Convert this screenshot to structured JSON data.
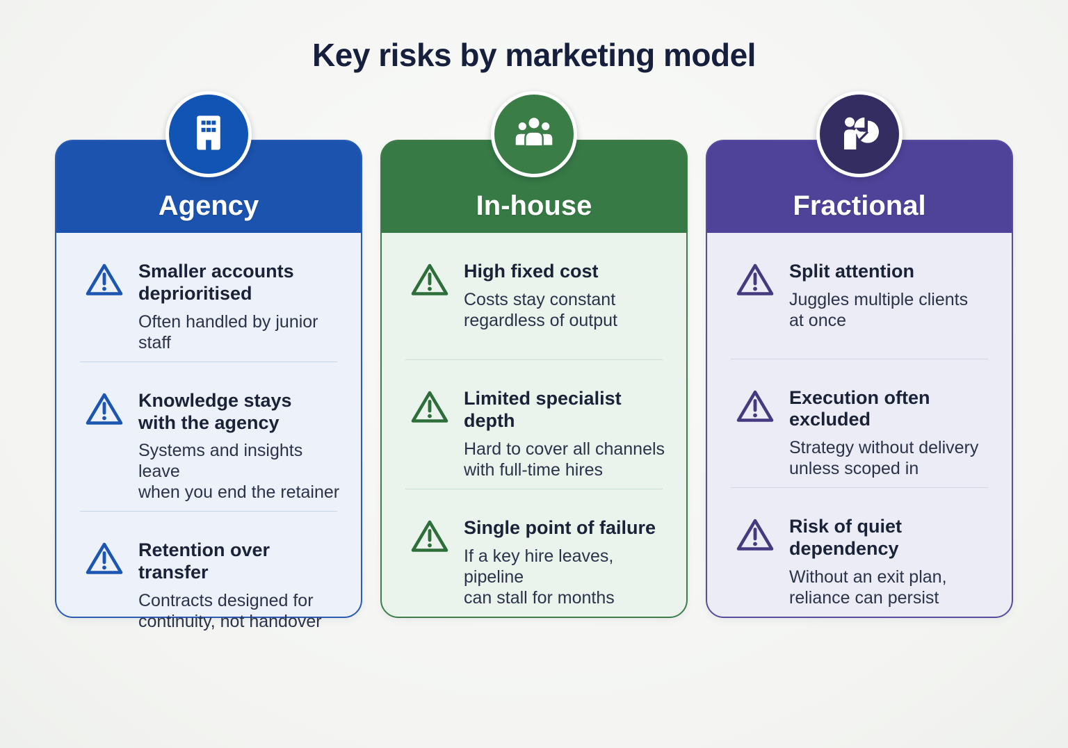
{
  "title": "Key risks by marketing model",
  "columns": [
    {
      "label": "Agency",
      "icon": "building-icon",
      "colors": {
        "accent": "#1b53ae",
        "circle": "#1254b4",
        "body": "#edf1f9",
        "border": "#2b5cb5",
        "divider": "#c6d4ea",
        "triangle": "#1d56b0"
      },
      "risks": [
        {
          "icon": "warning-icon",
          "heading": "Smaller accounts\ndeprioritised",
          "detail": "Often handled by junior staff"
        },
        {
          "icon": "warning-icon",
          "heading": "Knowledge stays\nwith the agency",
          "detail": "Systems and insights leave\nwhen you end the retainer"
        },
        {
          "icon": "warning-icon",
          "heading": "Retention over transfer",
          "detail": "Contracts designed for\ncontinuity, not handover"
        }
      ]
    },
    {
      "label": "In-house",
      "icon": "team-icon",
      "colors": {
        "accent": "#377a45",
        "circle": "#3a7d46",
        "body": "#eaf4ec",
        "border": "#3d7d4a",
        "divider": "#cde1d1",
        "triangle": "#2e6e3a"
      },
      "risks": [
        {
          "icon": "warning-icon",
          "heading": "High fixed cost",
          "detail": "Costs stay constant\nregardless of output"
        },
        {
          "icon": "warning-icon",
          "heading": "Limited specialist depth",
          "detail": "Hard to cover all channels\nwith full-time hires"
        },
        {
          "icon": "warning-icon",
          "heading": "Single point of failure",
          "detail": "If a key hire leaves, pipeline\ncan stall for months"
        }
      ]
    },
    {
      "label": "Fractional",
      "icon": "person-pie-chart-icon",
      "colors": {
        "accent": "#4f4399",
        "circle": "#332d62",
        "body": "#ebecf5",
        "border": "#584c9f",
        "divider": "#d2d3e5",
        "triangle": "#453a80"
      },
      "risks": [
        {
          "icon": "warning-icon",
          "heading": "Split attention",
          "detail": "Juggles multiple clients\nat once"
        },
        {
          "icon": "warning-icon",
          "heading": "Execution often excluded",
          "detail": "Strategy without delivery\nunless scoped in"
        },
        {
          "icon": "warning-icon",
          "heading": "Risk of quiet dependency",
          "detail": "Without an exit plan,\nreliance can persist"
        }
      ]
    }
  ]
}
